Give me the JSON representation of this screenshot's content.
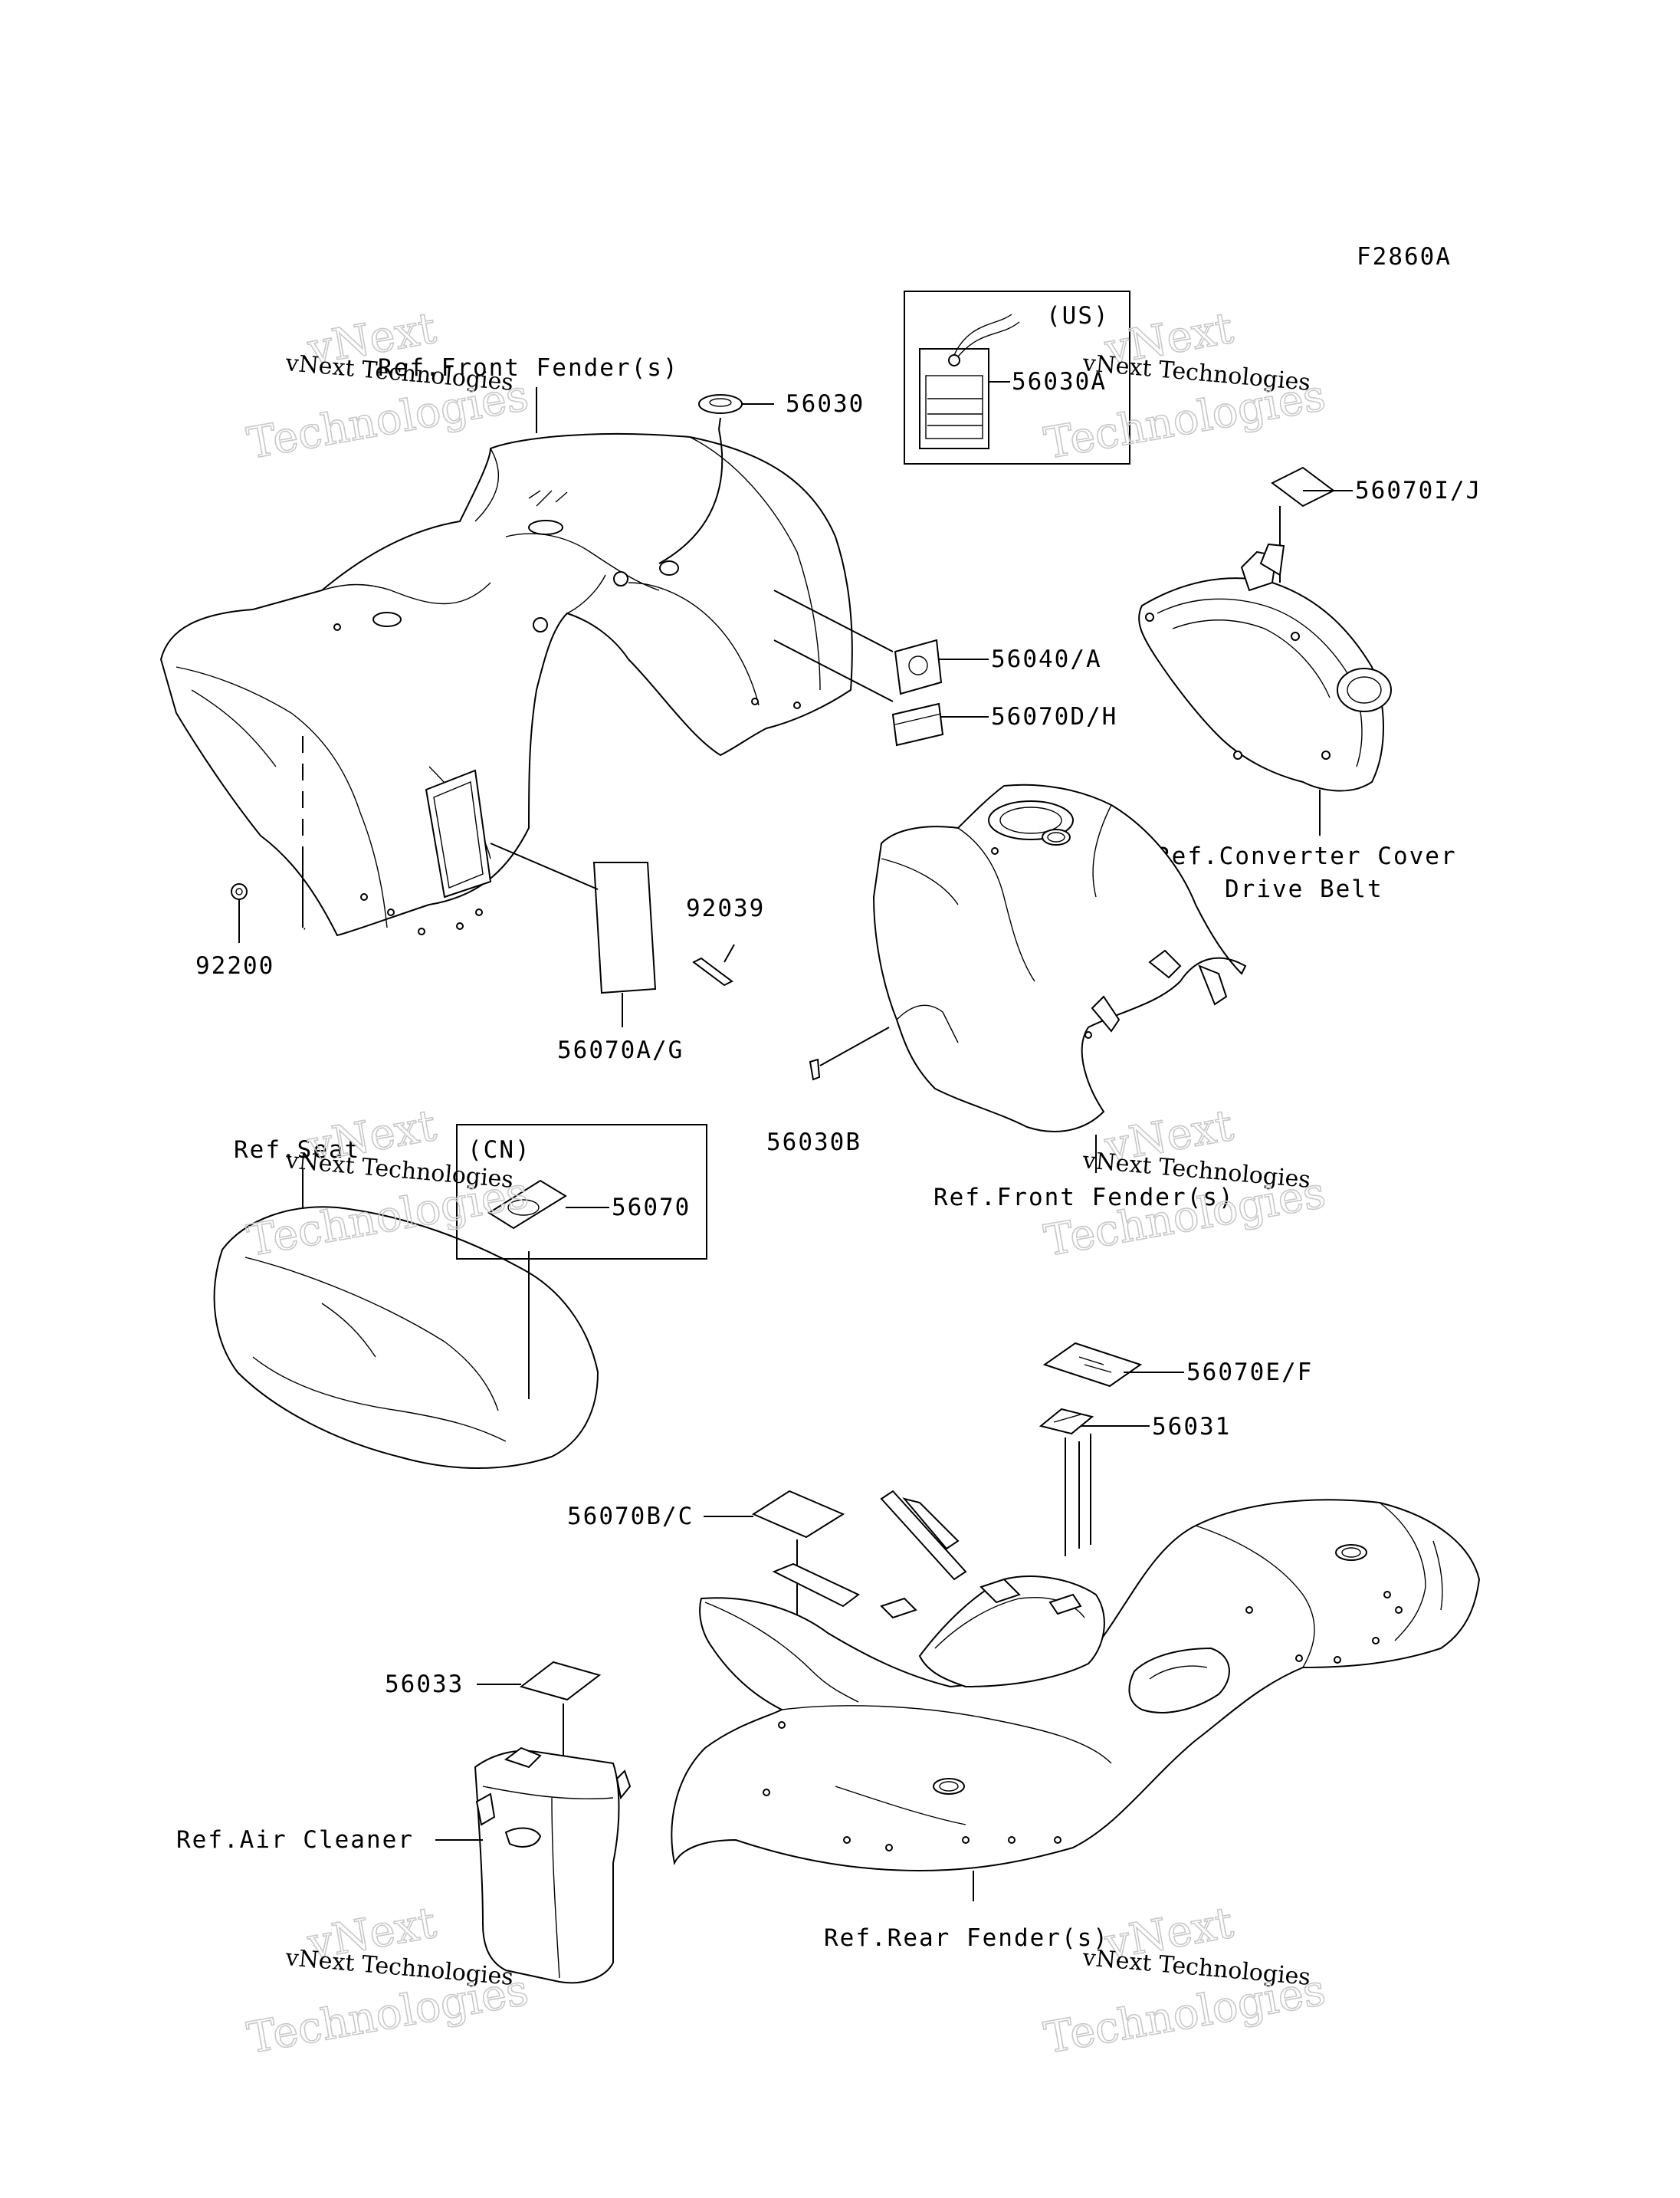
{
  "diagram": {
    "figure_code": "F2860A",
    "part_numbers": {
      "p56030": "56030",
      "p56030A": "56030A",
      "p560701J": "56070I/J",
      "p56040A": "56040/A",
      "p56070DH": "56070D/H",
      "p92039": "92039",
      "p92200": "92200",
      "p56070AG": "56070A/G",
      "p56030B": "56030B",
      "p56070": "56070",
      "p56070EF": "56070E/F",
      "p56031": "56031",
      "p56070BC": "56070B/C",
      "p56033": "56033"
    },
    "region_tags": {
      "us": "(US)",
      "cn": "(CN)"
    },
    "references": {
      "front_fender_top": "Ref.Front Fender(s)",
      "front_fender_bottom": "Ref.Front Fender(s)",
      "converter_cover": "Ref.Converter Cover",
      "drive_belt": "Drive Belt",
      "seat": "Ref.Seat",
      "air_cleaner": "Ref.Air Cleaner",
      "rear_fender": "Ref.Rear Fender(s)"
    },
    "watermark": {
      "line1": "vNext",
      "line2": "vNext Technologies",
      "line3": "Technologies"
    }
  }
}
